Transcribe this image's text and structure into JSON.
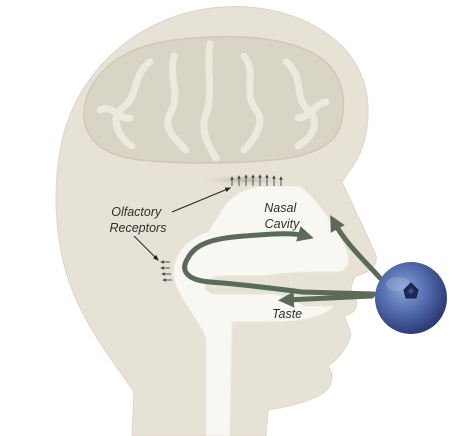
{
  "labels": {
    "olfactory_line1": "Olfactory",
    "olfactory_line2": "Receptors",
    "nasal_line1": "Nasal",
    "nasal_line2": "Cavity",
    "taste": "Taste"
  },
  "colors": {
    "head_fill": "#e6e2d6",
    "brain_fill": "#d8d4c6",
    "cavity_fill": "#f8f7f2",
    "flow_arrow": "#5c6a5a",
    "pointer": "#222222",
    "blueberry": "#4f66a8"
  },
  "icons": {
    "food": "blueberry-icon"
  }
}
